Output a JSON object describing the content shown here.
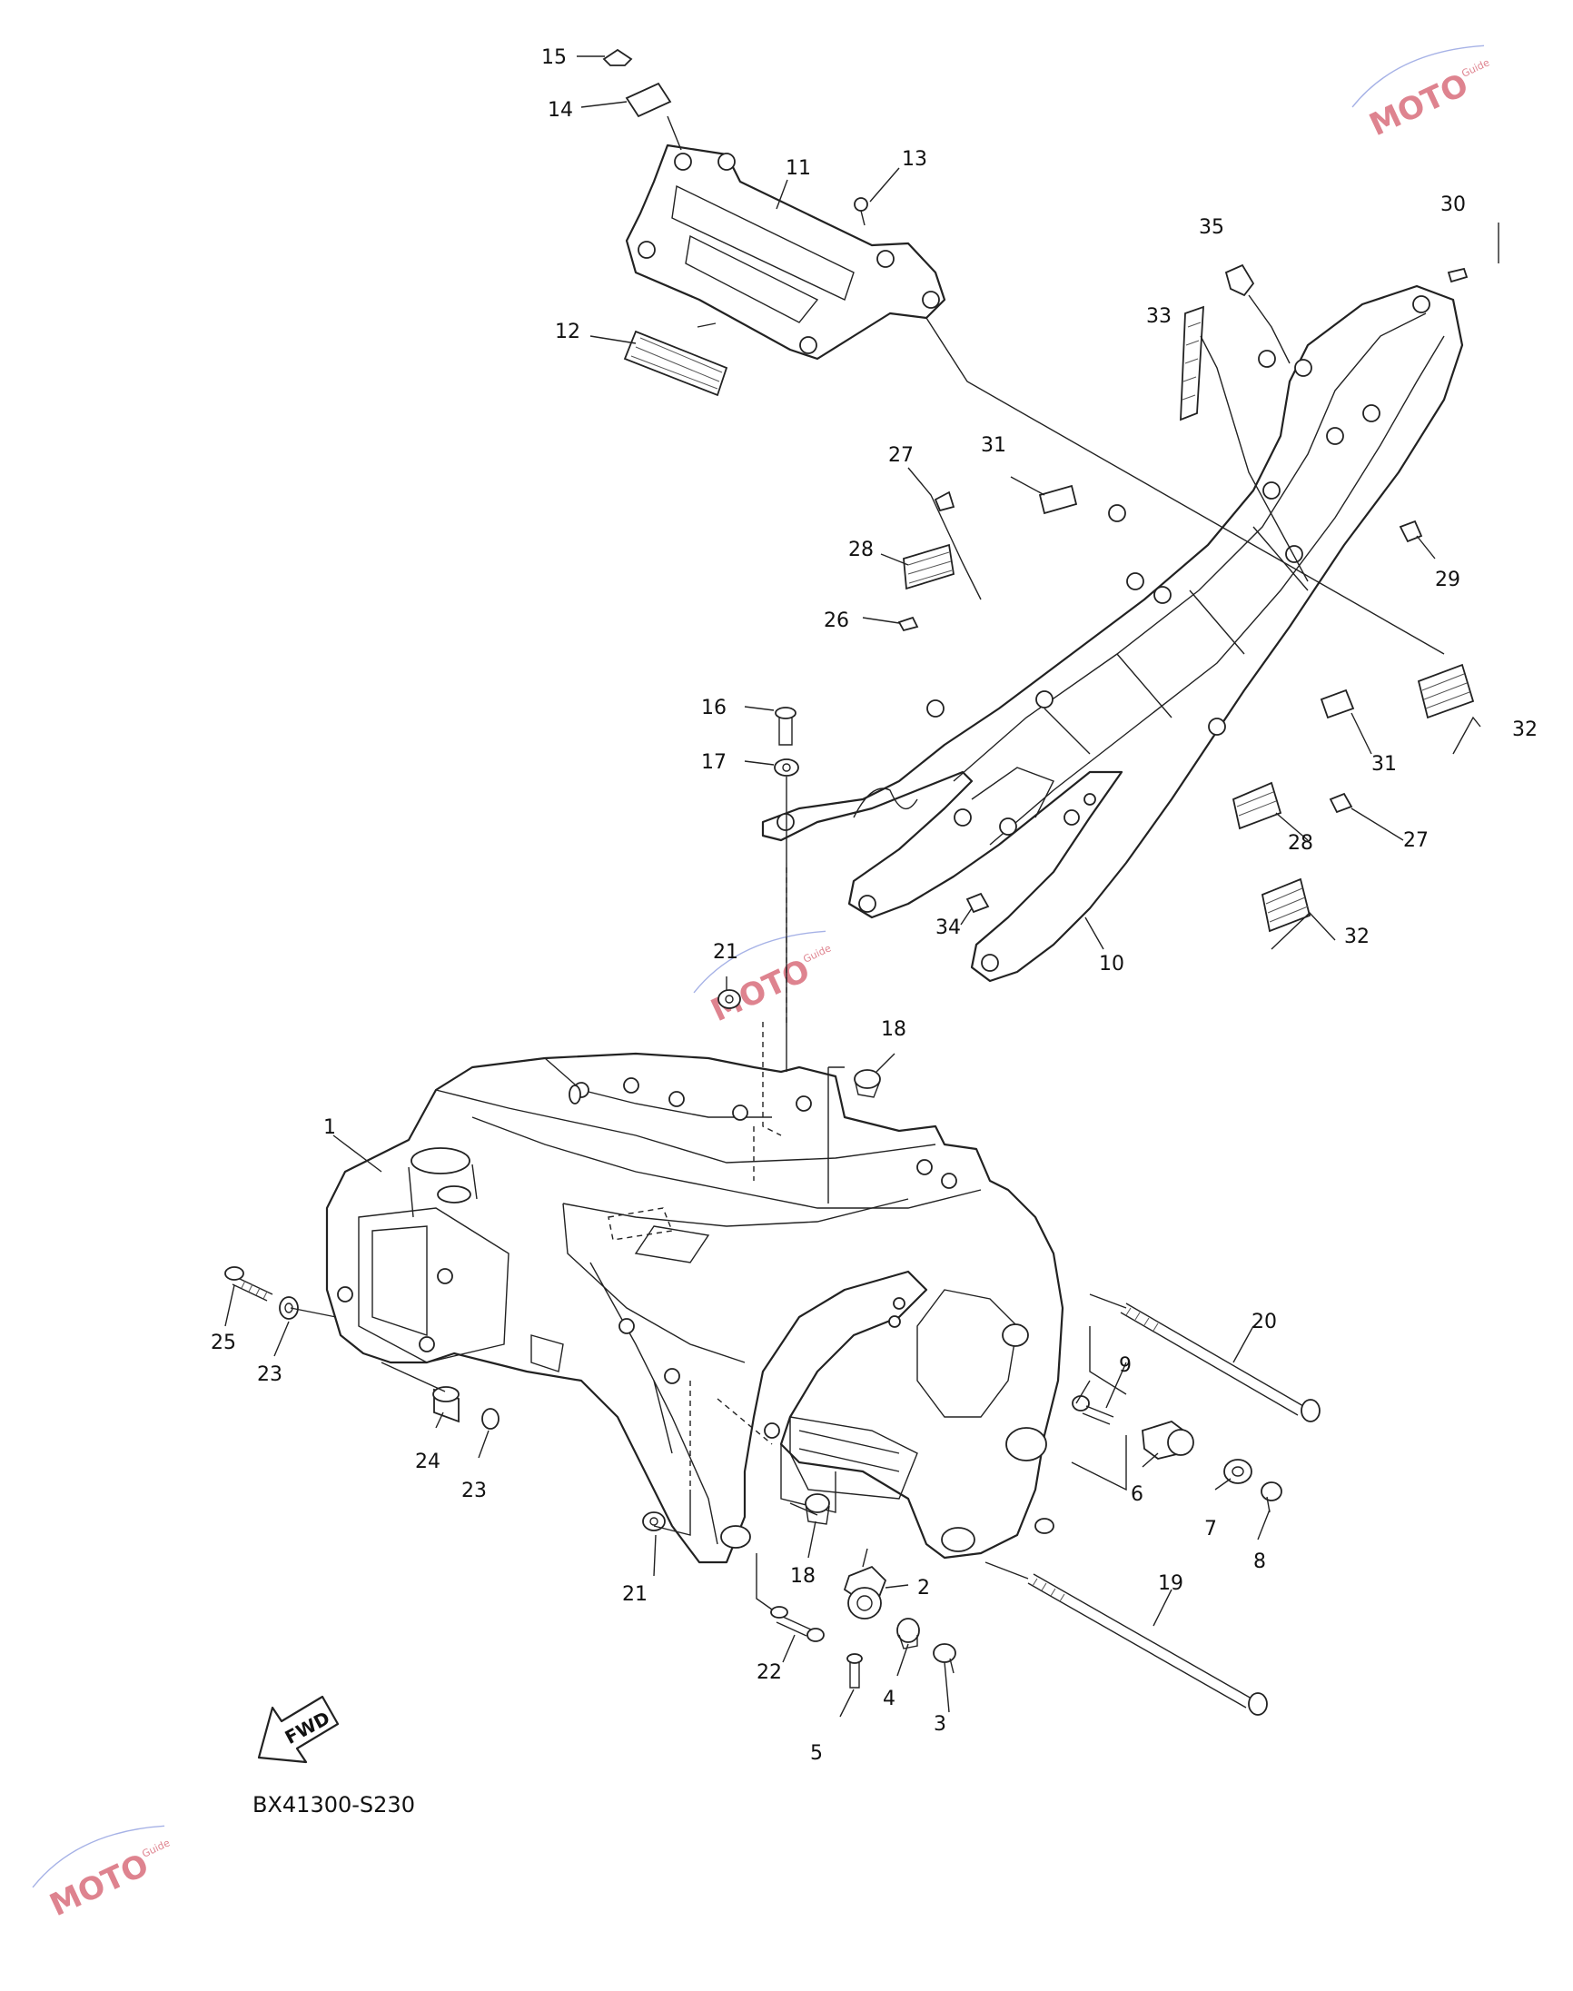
{
  "diagram_code": "BX41300-S230",
  "fwd_label": "FWD",
  "watermark": {
    "brand": "MOTO",
    "sub": "Guide"
  },
  "colors": {
    "line": "#222222",
    "watermark": "#d45a6a",
    "background": "#ffffff"
  },
  "callouts": [
    {
      "id": "c1",
      "text": "1"
    },
    {
      "id": "c2",
      "text": "2"
    },
    {
      "id": "c3",
      "text": "3"
    },
    {
      "id": "c4",
      "text": "4"
    },
    {
      "id": "c5",
      "text": "5"
    },
    {
      "id": "c6",
      "text": "6"
    },
    {
      "id": "c7",
      "text": "7"
    },
    {
      "id": "c8",
      "text": "8"
    },
    {
      "id": "c9",
      "text": "9"
    },
    {
      "id": "c10",
      "text": "10"
    },
    {
      "id": "c11",
      "text": "11"
    },
    {
      "id": "c12",
      "text": "12"
    },
    {
      "id": "c13",
      "text": "13"
    },
    {
      "id": "c14",
      "text": "14"
    },
    {
      "id": "c15",
      "text": "15"
    },
    {
      "id": "c16",
      "text": "16"
    },
    {
      "id": "c17",
      "text": "17"
    },
    {
      "id": "c18a",
      "text": "18"
    },
    {
      "id": "c18b",
      "text": "18"
    },
    {
      "id": "c19",
      "text": "19"
    },
    {
      "id": "c20",
      "text": "20"
    },
    {
      "id": "c21a",
      "text": "21"
    },
    {
      "id": "c21b",
      "text": "21"
    },
    {
      "id": "c22",
      "text": "22"
    },
    {
      "id": "c23a",
      "text": "23"
    },
    {
      "id": "c23b",
      "text": "23"
    },
    {
      "id": "c24",
      "text": "24"
    },
    {
      "id": "c25",
      "text": "25"
    },
    {
      "id": "c26",
      "text": "26"
    },
    {
      "id": "c27a",
      "text": "27"
    },
    {
      "id": "c27b",
      "text": "27"
    },
    {
      "id": "c28a",
      "text": "28"
    },
    {
      "id": "c28b",
      "text": "28"
    },
    {
      "id": "c29",
      "text": "29"
    },
    {
      "id": "c30",
      "text": "30"
    },
    {
      "id": "c31a",
      "text": "31"
    },
    {
      "id": "c31b",
      "text": "31"
    },
    {
      "id": "c32a",
      "text": "32"
    },
    {
      "id": "c32b",
      "text": "32"
    },
    {
      "id": "c33",
      "text": "33"
    },
    {
      "id": "c34",
      "text": "34"
    },
    {
      "id": "c35",
      "text": "35"
    }
  ]
}
